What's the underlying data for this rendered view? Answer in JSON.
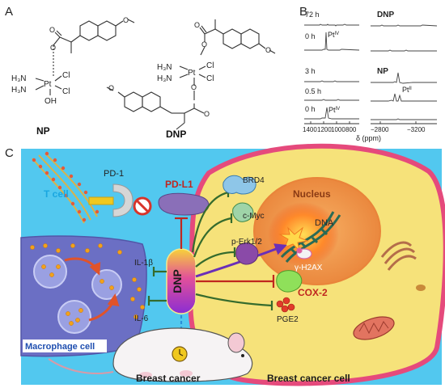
{
  "panels": {
    "a": "A",
    "b": "B",
    "c": "C"
  },
  "panel_a": {
    "np": {
      "name": "NP",
      "amine1": "H₃N",
      "amine2": "H₃N",
      "metal": "Pt",
      "chloro1": "Cl",
      "chloro2": "Cl",
      "hydroxo": "OH",
      "ester_o1": "O",
      "ester_o2": "O",
      "methoxy_o": "O"
    },
    "dnp": {
      "name": "DNP",
      "amine1": "H₃N",
      "amine2": "H₃N",
      "metal": "Pt",
      "chloro1": "Cl",
      "chloro2": "Cl",
      "ester_o1": "O",
      "ester_o2": "O",
      "ester_o3": "O",
      "ester_o4": "O",
      "methoxy_o1": "O",
      "methoxy_o2": "O"
    }
  },
  "panel_b": {
    "dnp_label": "DNP",
    "np_label": "NP",
    "dnp_times": [
      "72 h",
      "0 h"
    ],
    "np_times": [
      "3 h",
      "0.5 h",
      "0 h"
    ],
    "pt4": "Pt",
    "pt4_sup": "IV",
    "pt2": "Pt",
    "pt2_sup": "II",
    "ticks_left": [
      "1400",
      "1200",
      "1000",
      "800"
    ],
    "ticks_right": [
      "−2800",
      "−3200"
    ],
    "xlabel": "δ (ppm)"
  },
  "panel_c": {
    "t_cell": "T cell",
    "pd1": "PD-1",
    "pdl1": "PD-L1",
    "brd4": "BRD4",
    "cmyc": "c-Myc",
    "perk": "p-Erk1/2",
    "nucleus": "Nucleus",
    "dna": "DNA",
    "h2ax": "γ-H2AX",
    "cox2": "COX-2",
    "pge2": "PGE2",
    "il1b": "IL-1β",
    "il6": "IL-6",
    "dnp": "DNP",
    "macrophage": "Macrophage cell",
    "breast_cancer": "Breast cancer",
    "breast_cancer_cell": "Breast cancer cell"
  },
  "colors": {
    "t_cell_text": "#1aa7e0",
    "pdl1_text": "#c0261f",
    "cox2_text": "#c0261f",
    "nucleus_text": "#8a3a14",
    "background": "#4cc6ee",
    "cancer_cell": "#f6e27a",
    "macrophage": "#6b6fc4",
    "inhibit": "#c0261f",
    "activate_line": "#356b2d"
  },
  "icons": {
    "no_sign": "prohibition-icon",
    "clock": "clock-icon",
    "mouse": "mouse-illustration"
  }
}
